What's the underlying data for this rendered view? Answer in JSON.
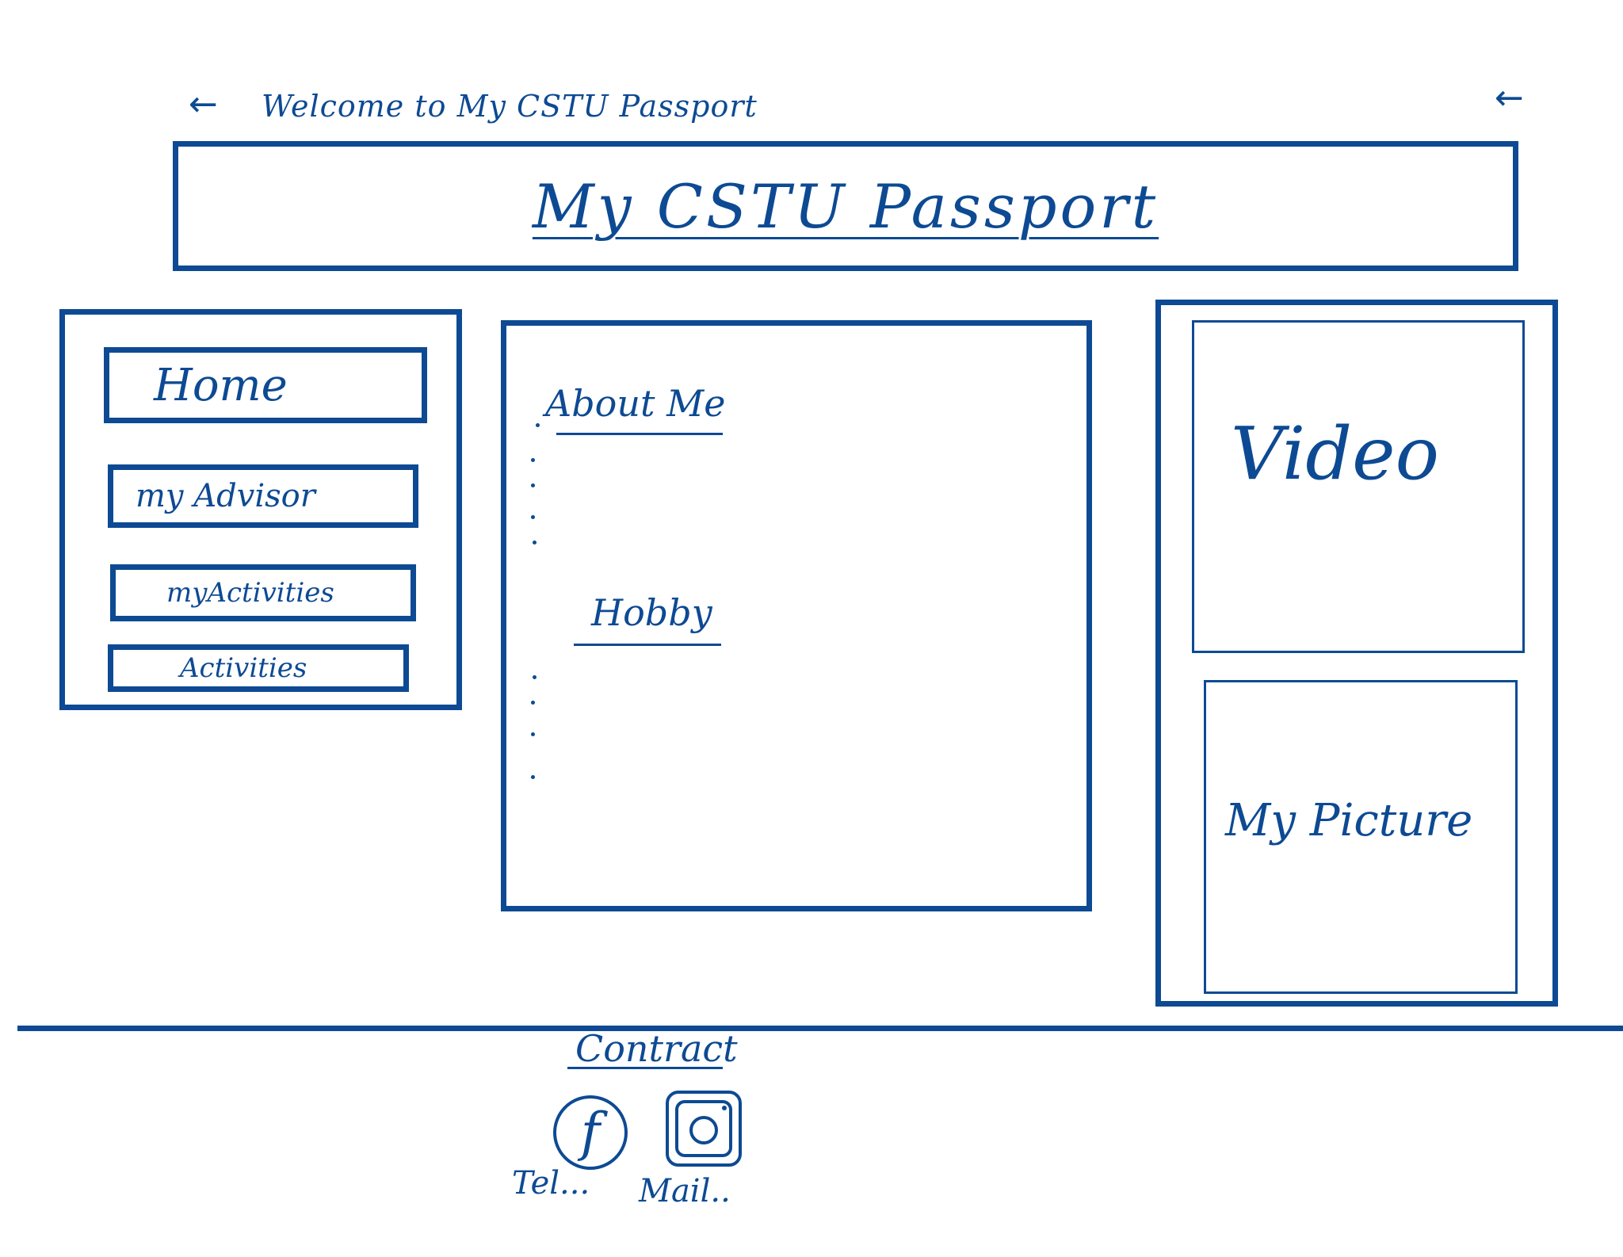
{
  "header": {
    "back_arrow_left": "←",
    "welcome_text": "Welcome to My CSTU Passport",
    "back_arrow_right": "←"
  },
  "banner": {
    "title": "My CSTU Passport"
  },
  "sidebar": {
    "items": [
      {
        "label": "Home"
      },
      {
        "label": "my Advisor"
      },
      {
        "label": "myActivities"
      },
      {
        "label": "Activities"
      }
    ]
  },
  "main": {
    "about_heading": "About Me",
    "hobby_heading": "Hobby"
  },
  "media": {
    "video_label": "Video",
    "picture_label": "My Picture"
  },
  "footer": {
    "contact_heading": "Contract",
    "facebook_letter": "f",
    "tel_text": "Tel...",
    "mail_text": "Mail.."
  },
  "colors": {
    "ink": "#0d4a93",
    "background": "#ffffff"
  },
  "icons": [
    "back-arrow-icon",
    "facebook-icon",
    "instagram-icon"
  ]
}
